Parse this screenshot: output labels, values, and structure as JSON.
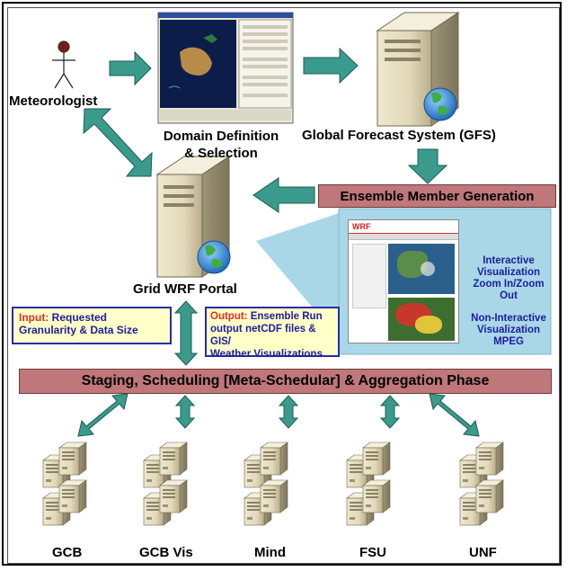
{
  "actor": {
    "label": "Meteorologist"
  },
  "domain_definition": {
    "label_line1": "Domain Definition",
    "label_line2": "& Selection"
  },
  "gfs": {
    "label": "Global Forecast System (GFS)"
  },
  "ensemble": {
    "label": "Ensemble Member Generation"
  },
  "portal": {
    "label": "Grid WRF Portal"
  },
  "input_note": {
    "prefix": "Input:",
    "line1": " Requested",
    "line2": "Granularity & Data Size"
  },
  "output_note": {
    "prefix": "Output:",
    "line1": " Ensemble Run",
    "line2": "output netCDF files & GIS/",
    "line3": "Weather Visualizations"
  },
  "viz": {
    "interactive": [
      "Interactive",
      "Visualization",
      "Zoom In/Zoom",
      "Out"
    ],
    "noninteractive": [
      "Non-Interactive",
      "Visualization",
      "MPEG"
    ],
    "window_title": "WRF"
  },
  "staging": {
    "label": "Staging, Scheduling [Meta-Schedular] & Aggregation Phase"
  },
  "clusters": [
    {
      "name": "GCB"
    },
    {
      "name": "GCB Vis"
    },
    {
      "name": "Mind"
    },
    {
      "name": "FSU"
    },
    {
      "name": "UNF"
    }
  ],
  "colors": {
    "arrow": "#3a9b8d",
    "bar": "#c0777a",
    "note_border": "#2a2aa8",
    "note_text": "#1d1d9c",
    "note_prefix": "#e0301e"
  }
}
